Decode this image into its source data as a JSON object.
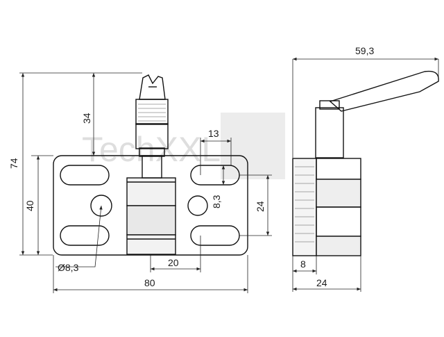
{
  "watermark": {
    "text": "TechXXL",
    "color": "#cfcfcf"
  },
  "colors": {
    "line": "#111111",
    "shade": "#cccccc",
    "background": "#ffffff"
  },
  "dimensions": {
    "total_width_side": "59,3",
    "height_total": "74",
    "height_lever": "34",
    "height_plate": "40",
    "slot_offset": "13",
    "slot_width": "8,3",
    "slot_spacing": "24",
    "hole_diameter": "Ø8,3",
    "center_offset": "20",
    "plate_width": "80",
    "side_offset": "8",
    "side_depth": "24"
  }
}
